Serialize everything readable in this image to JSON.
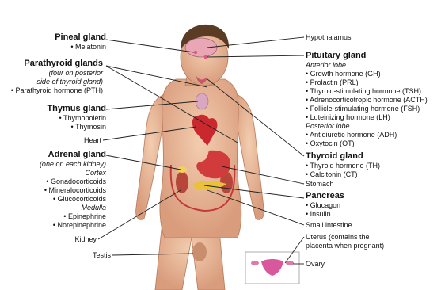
{
  "left": {
    "pineal": {
      "title": "Pineal gland",
      "items": [
        "• Melatonin"
      ]
    },
    "parathyroid": {
      "title": "Parathyroid glands",
      "note": [
        "(four on posterior",
        "side of thyroid gland)"
      ],
      "items": [
        "• Parathyroid hormone (PTH)"
      ]
    },
    "thymus": {
      "title": "Thymus gland",
      "items": [
        "• Thymopoietin",
        "• Thymosin"
      ]
    },
    "heart": "Heart",
    "adrenal": {
      "title": "Adrenal gland",
      "note": [
        "(one on each kidney)"
      ],
      "cortex": "Cortex",
      "cortex_items": [
        "• Gonadocorticoids",
        "• Mineralocorticoids",
        "• Glucocorticoids"
      ],
      "medulla": "Medulla",
      "medulla_items": [
        "• Epinephrine",
        "• Norepinephrine"
      ]
    },
    "kidney": "Kidney",
    "testis": "Testis"
  },
  "right": {
    "hypothalamus": "Hypothalamus",
    "pituitary": {
      "title": "Pituitary gland",
      "anterior": "Anterior lobe",
      "anterior_items": [
        "• Growth hormone (GH)",
        "• Prolactin (PRL)",
        "• Thyroid-stimulating hormone (TSH)",
        "• Adrenocorticotropic hormone (ACTH)",
        "• Follicle-stimulating hormone (FSH)",
        "• Luteinizing hormone (LH)"
      ],
      "posterior": "Posterior lobe",
      "posterior_items": [
        "• Antidiuretic hormone (ADH)",
        "• Oxytocin (OT)"
      ]
    },
    "thyroid": {
      "title": "Thyroid gland",
      "items": [
        "• Thyroid hormone (TH)",
        "• Calcitonin (CT)"
      ]
    },
    "stomach": "Stomach",
    "pancreas": {
      "title": "Pancreas",
      "items": [
        "• Glucagon",
        "• Insulin"
      ]
    },
    "small_intestine": "Small intestine",
    "uterus": [
      "Uterus (contains the",
      "placenta when pregnant)"
    ],
    "ovary": "Ovary"
  },
  "colors": {
    "skin": "#e9b99a",
    "skin_dark": "#c98e6e",
    "hair": "#5a3b24",
    "heart": "#c8282e",
    "stomach": "#d23b3b",
    "pancreas": "#e7c23a",
    "adrenal": "#f0d060",
    "kidney": "#b8453a",
    "line": "#222222",
    "uterus": "#d9579b"
  }
}
